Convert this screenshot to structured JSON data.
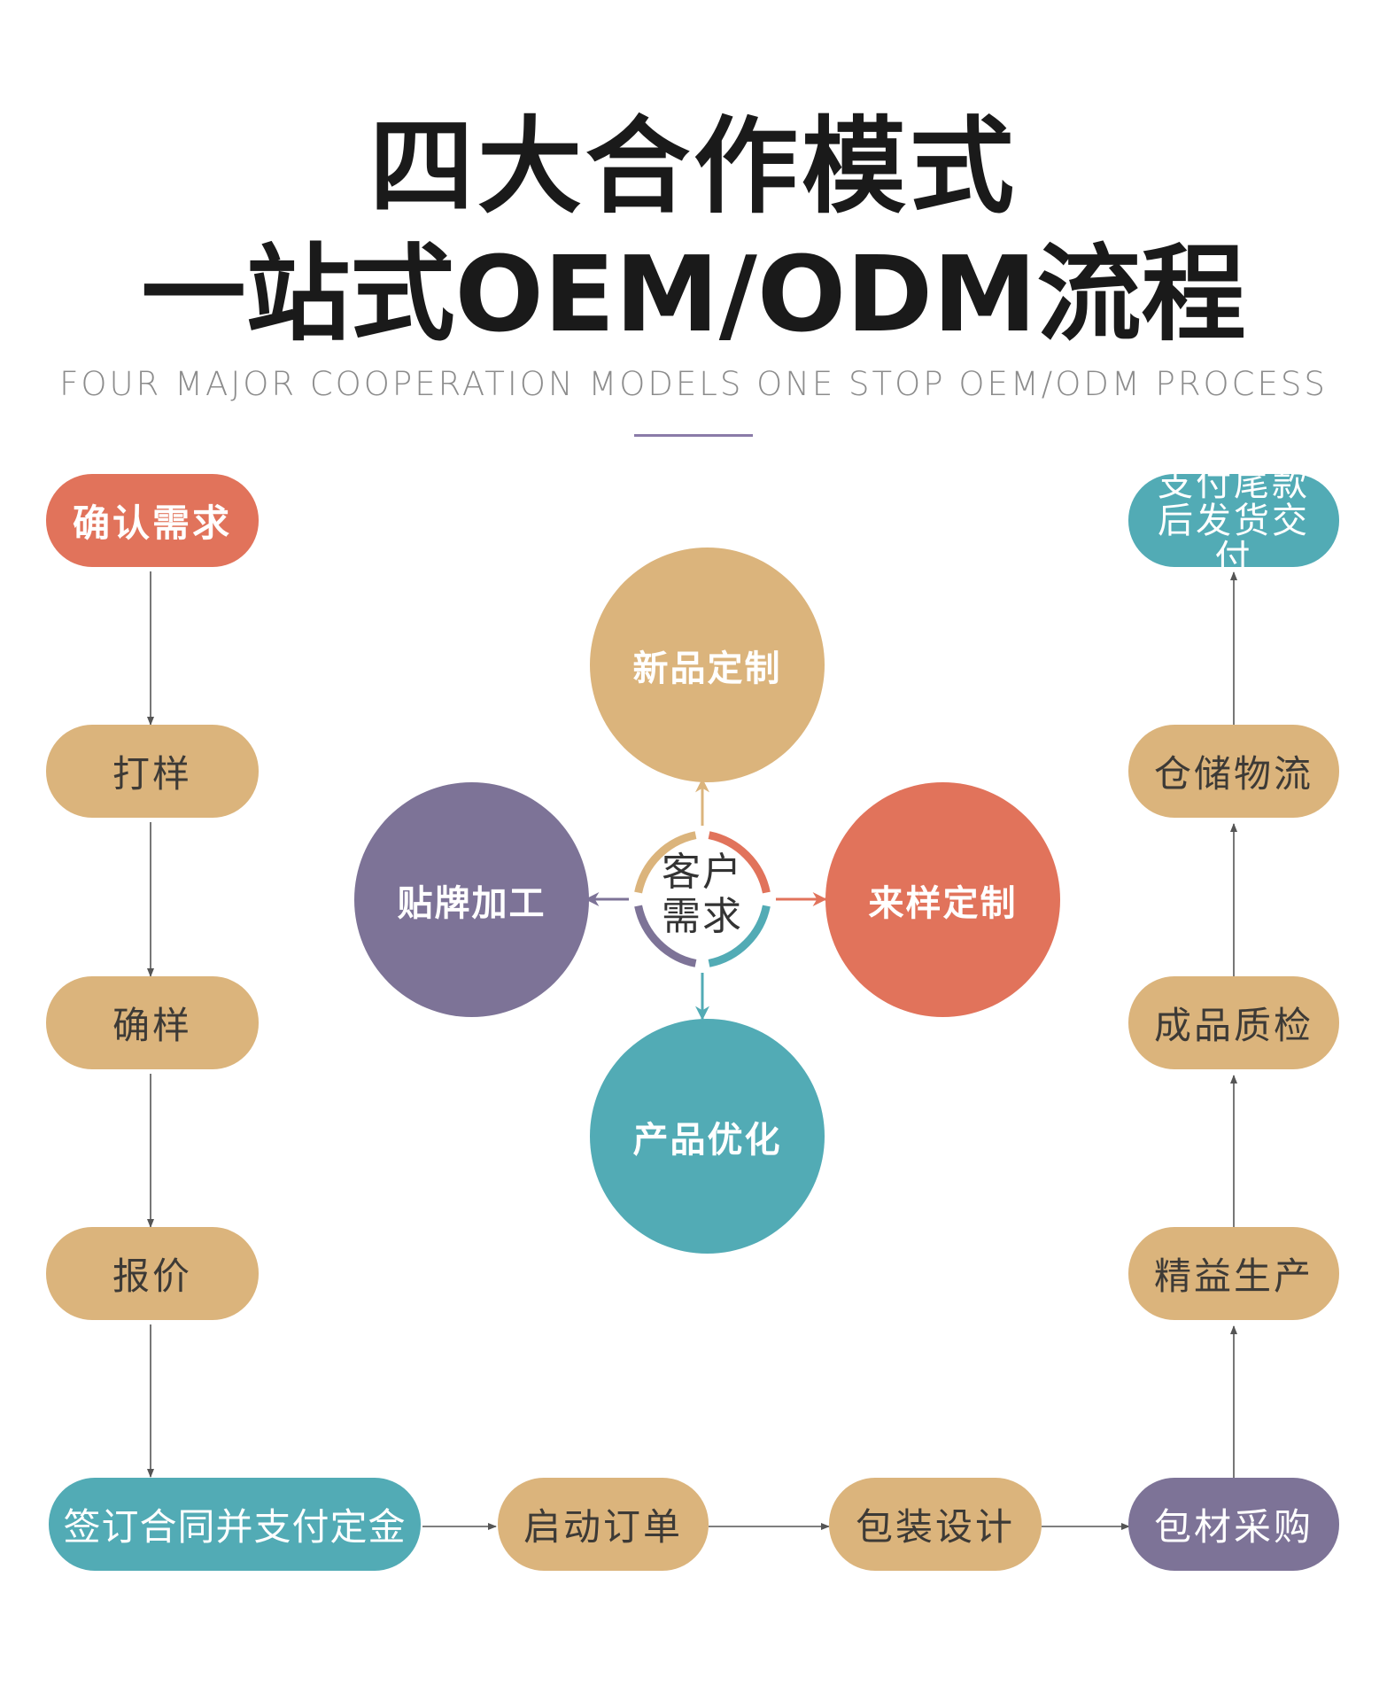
{
  "header": {
    "title_line1": "四大合作模式",
    "title_line2": "一站式OEM/ODM流程",
    "subtitle": "FOUR MAJOR COOPERATION MODELS ONE STOP OEM/ODM PROCESS"
  },
  "left_column": [
    "确认需求",
    "打样",
    "确样",
    "报价"
  ],
  "bottom_row": [
    "签订合同并支付定金",
    "启动订单",
    "包装设计",
    "包材采购"
  ],
  "right_column": [
    "精益生产",
    "成品质检",
    "仓储物流",
    "支付尾款后发货交付"
  ],
  "center": {
    "hub": "客户需求",
    "top": "新品定制",
    "right": "来样定制",
    "bottom": "产品优化",
    "left": "贴牌加工"
  },
  "colors": {
    "tan": "#dbb47c",
    "coral": "#e1735b",
    "teal": "#52abb5",
    "purple": "#7d7397",
    "arrow": "#555555"
  }
}
